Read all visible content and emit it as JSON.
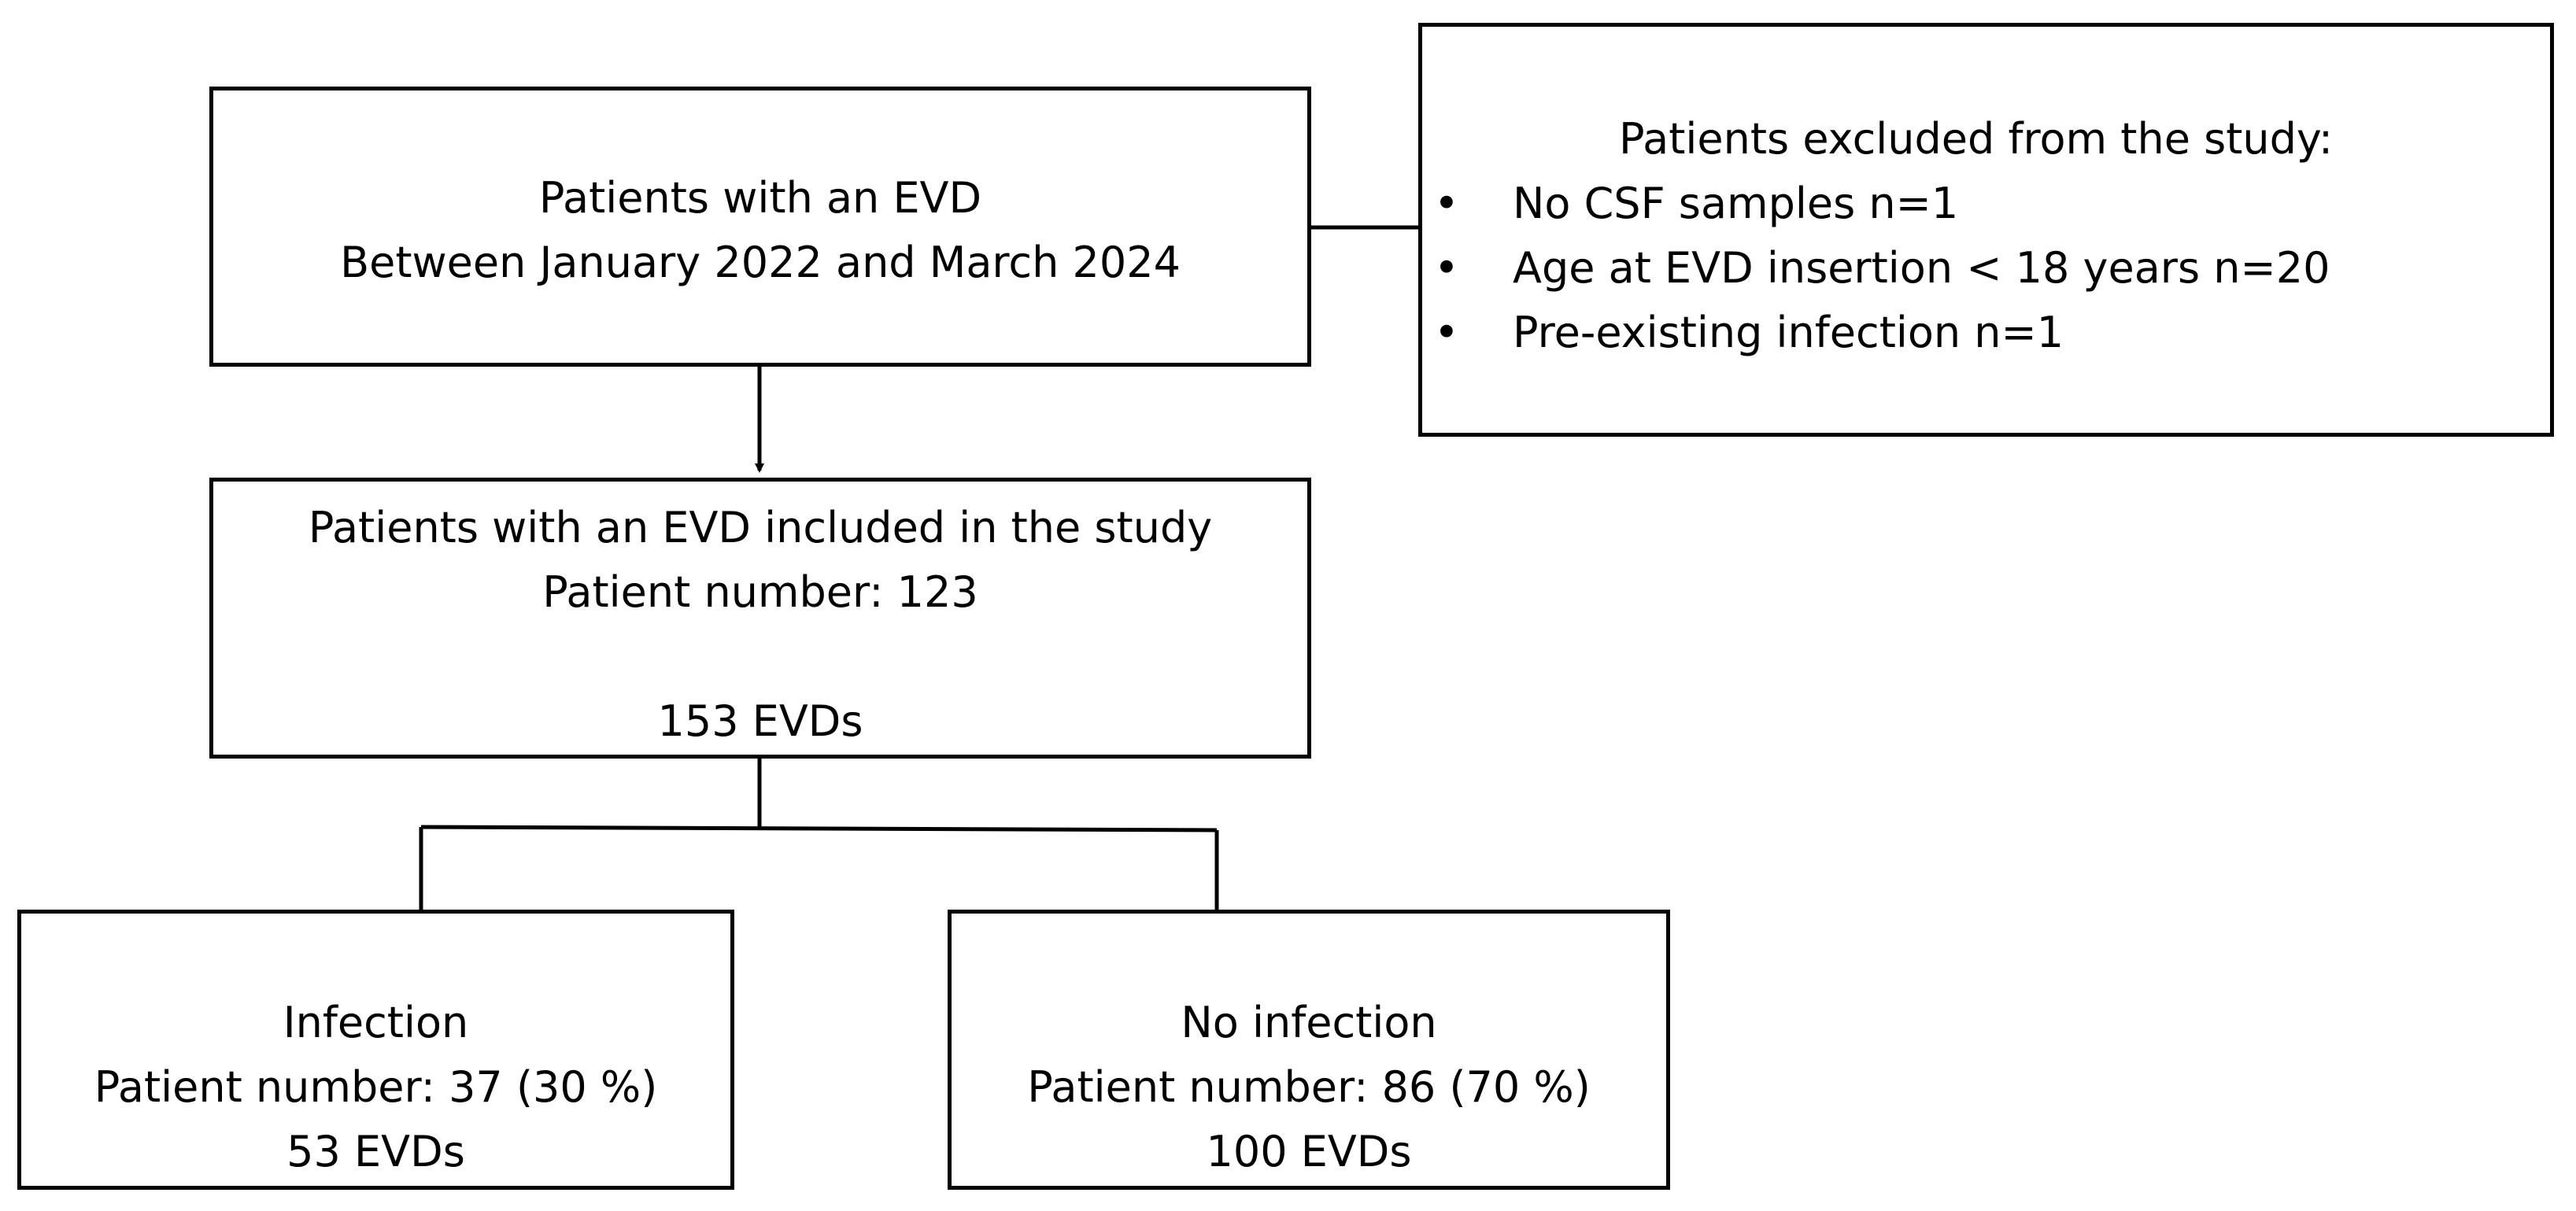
{
  "boxes": {
    "start": {
      "lines": [
        "Patients with an EVD",
        "Between January 2022 and March 2024"
      ]
    },
    "included": {
      "line1": "Patients with an EVD included in the study",
      "line2": "Patient number: 123",
      "line3": "153 EVDs"
    },
    "infection": {
      "lines": [
        "Infection",
        "Patient number: 37 (30 %)",
        "53 EVDs"
      ]
    },
    "no_infection": {
      "lines": [
        "No infection",
        "Patient number: 86 (70 %)",
        "100 EVDs"
      ]
    },
    "excluded": {
      "title": "Patients excluded from the study:",
      "bullet": "•",
      "items": [
        "No CSF samples n=1",
        "Age at EVD insertion < 18 years n=20",
        "Pre-existing infection n=1"
      ]
    }
  }
}
